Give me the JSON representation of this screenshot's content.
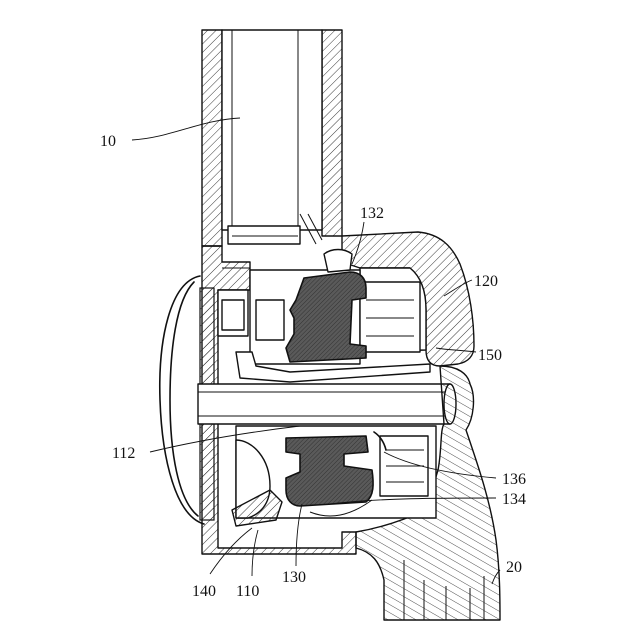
{
  "figure": {
    "labels": {
      "l10": "10",
      "l132": "132",
      "l120": "120",
      "l150": "150",
      "l112": "112",
      "l136": "136",
      "l134": "134",
      "l20": "20",
      "l140": "140",
      "l110": "110",
      "l130": "130"
    }
  }
}
